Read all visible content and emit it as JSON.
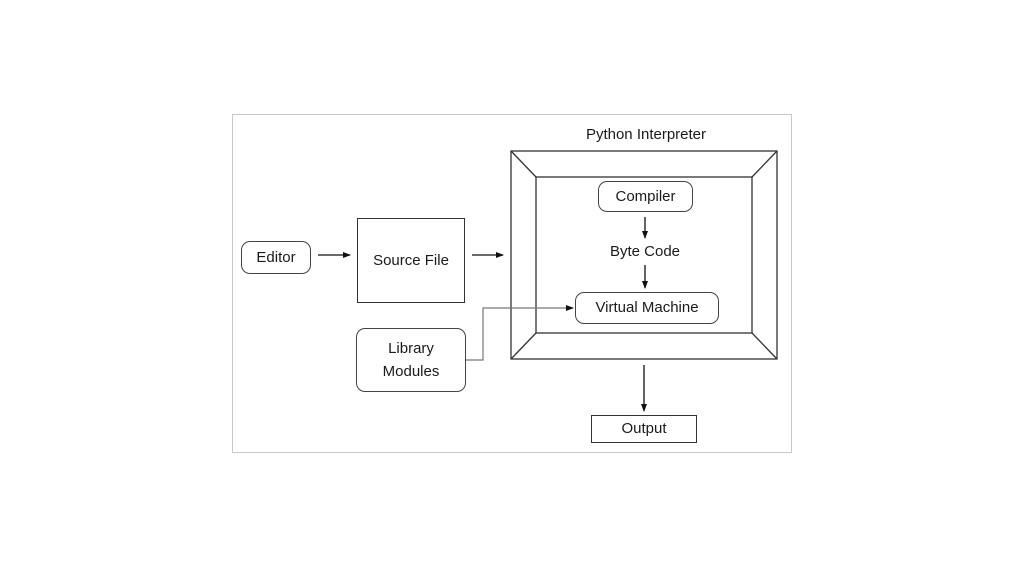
{
  "diagram": {
    "title": "Python Interpreter",
    "nodes": {
      "editor": "Editor",
      "source_file": "Source File",
      "library_modules": [
        "Library",
        "Modules"
      ],
      "compiler": "Compiler",
      "byte_code": "Byte Code",
      "virtual_machine": "Virtual Machine",
      "output": "Output"
    },
    "edges": [
      {
        "from": "Editor",
        "to": "Source File"
      },
      {
        "from": "Source File",
        "to": "Python Interpreter"
      },
      {
        "from": "Compiler",
        "to": "Byte Code"
      },
      {
        "from": "Byte Code",
        "to": "Virtual Machine"
      },
      {
        "from": "Library Modules",
        "to": "Virtual Machine"
      },
      {
        "from": "Python Interpreter",
        "to": "Output"
      }
    ]
  }
}
